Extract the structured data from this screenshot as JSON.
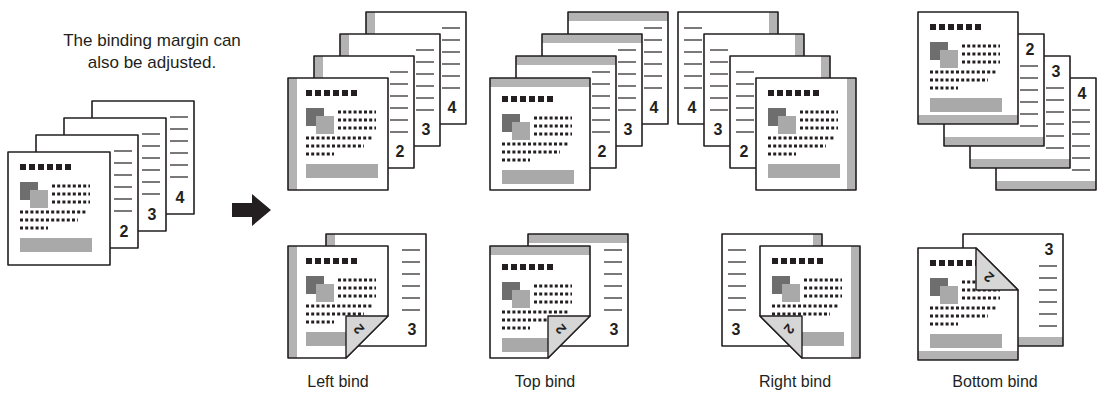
{
  "diagram": {
    "labels": [
      "The binding margin can also be adjusted.",
      "2",
      "3",
      "4",
      "2",
      "3",
      "4",
      "2",
      "3",
      "4",
      "4",
      "3",
      "2",
      "2",
      "3",
      "4",
      "2",
      "3",
      "2",
      "3",
      "3",
      "2",
      "3",
      "2",
      "Left bind",
      "Top bind",
      "Right bind",
      "Bottom bind"
    ]
  }
}
